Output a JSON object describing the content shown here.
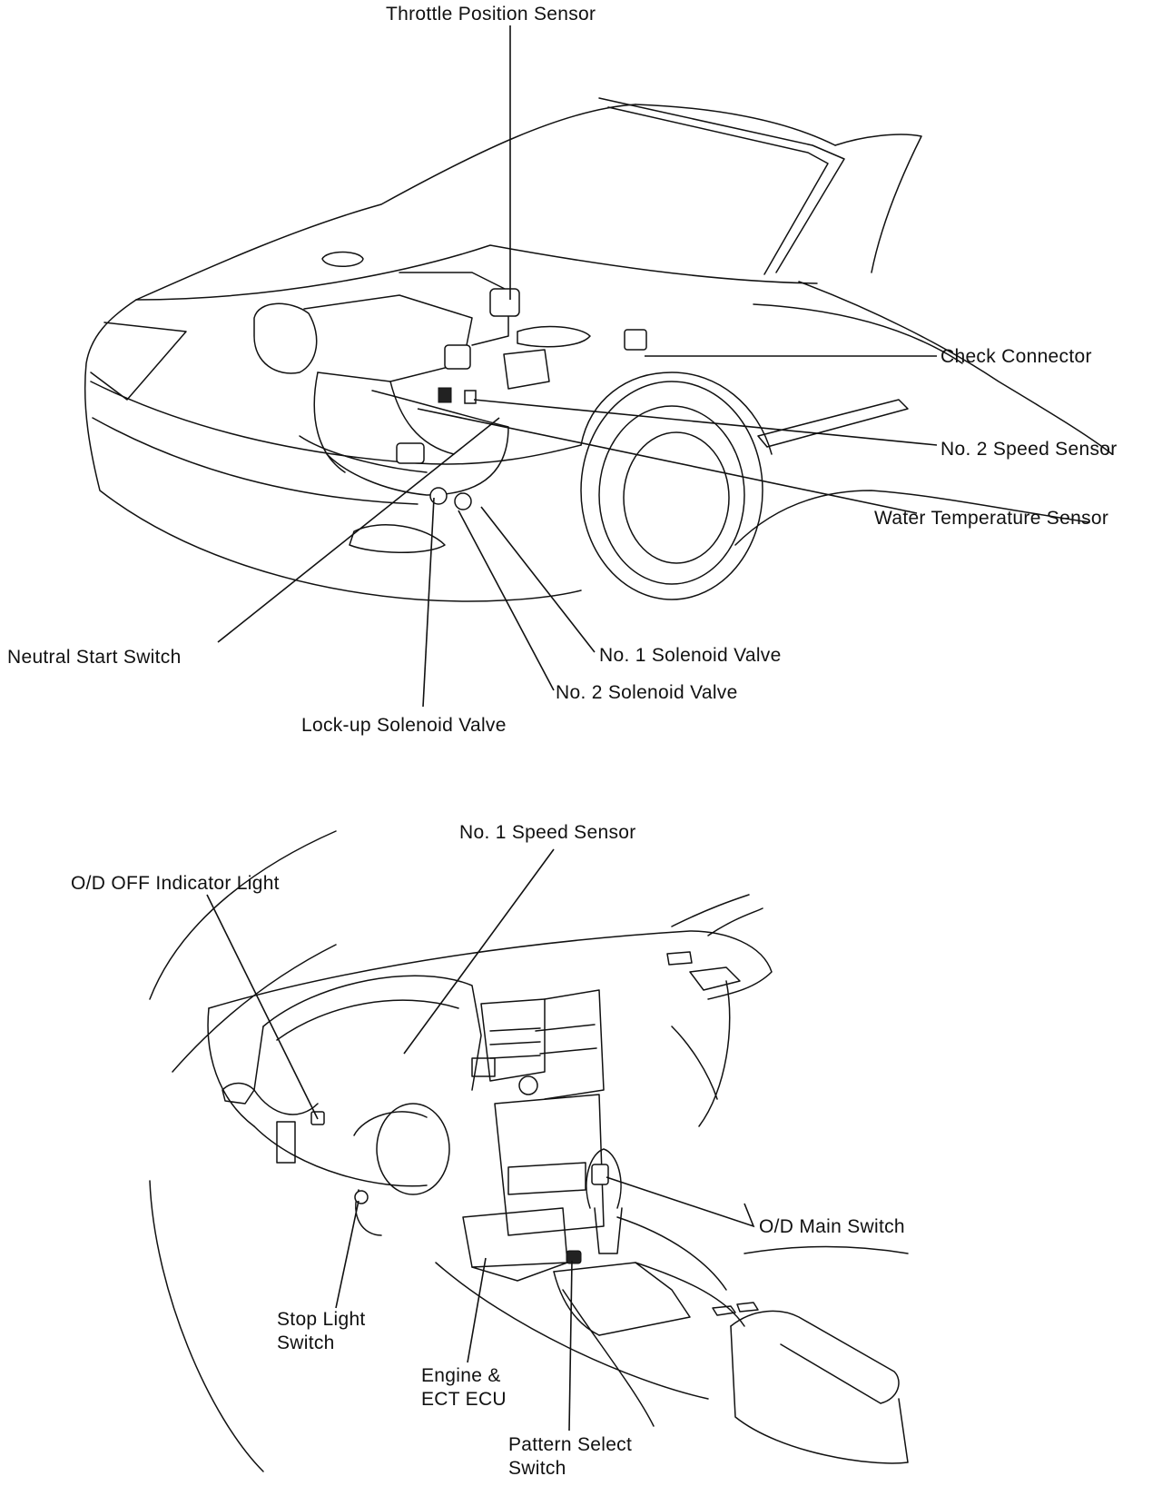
{
  "labels": {
    "throttle_position_sensor": "Throttle Position Sensor",
    "check_connector": "Check Connector",
    "no2_speed_sensor": "No. 2 Speed Sensor",
    "water_temperature_sensor": "Water Temperature Sensor",
    "neutral_start_switch": "Neutral Start Switch",
    "no1_solenoid_valve": "No. 1 Solenoid Valve",
    "no2_solenoid_valve": "No. 2 Solenoid Valve",
    "lockup_solenoid_valve": "Lock-up Solenoid Valve",
    "no1_speed_sensor": "No. 1 Speed Sensor",
    "od_off_indicator_light": "O/D OFF Indicator Light",
    "od_main_switch": "O/D Main Switch",
    "stop_light_switch": "Stop Light\nSwitch",
    "engine_ect_ecu": "Engine &\nECT ECU",
    "pattern_select_switch": "Pattern Select\nSwitch"
  }
}
